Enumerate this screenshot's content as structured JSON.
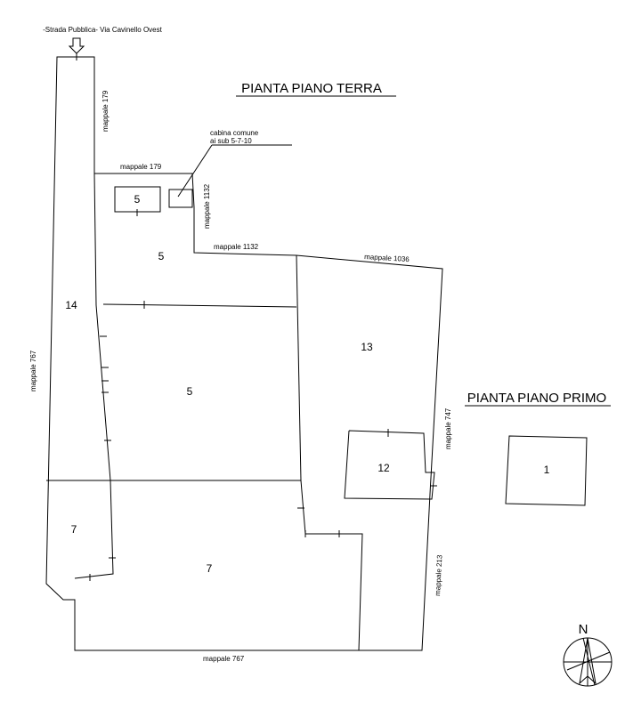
{
  "header": {
    "road_label": "-Strada Pubblica- Via Cavinello Ovest"
  },
  "titles": {
    "ground_floor": "PIANTA PIANO TERRA",
    "first_floor": "PIANTA PIANO PRIMO"
  },
  "callout": {
    "line1": "cabina comune",
    "line2": "ai sub 5-7-10"
  },
  "parcel_labels": {
    "mappale_179_top": "mappale 179",
    "mappale_179_mid": "mappale 179",
    "mappale_1132_vertical": "mappale 1132",
    "mappale_1132_horizontal": "mappale 1132",
    "mappale_1036": "mappale 1036",
    "mappale_767_left": "mappale 767",
    "mappale_767_bottom": "mappale 767",
    "mappale_747": "mappale 747",
    "mappale_213": "mappale 213"
  },
  "unit_numbers": {
    "sub_14": "14",
    "sub_5_box": "5",
    "sub_5_upper": "5",
    "sub_5_middle": "5",
    "sub_13": "13",
    "sub_12": "12",
    "sub_7_left": "7",
    "sub_7_main": "7",
    "sub_1": "1"
  },
  "compass": {
    "north_label": "N"
  }
}
